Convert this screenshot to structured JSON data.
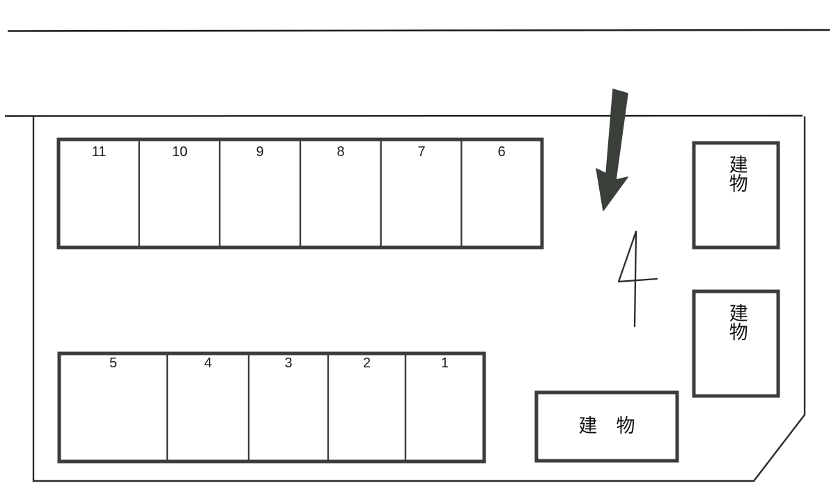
{
  "document": {
    "kind": "parking-lot-site-plan",
    "title": "",
    "language": "ja"
  },
  "colors": {
    "ink": "#333333",
    "ink_dark": "#1a1a1a",
    "paper": "#ffffff",
    "arrow": "#3a3f3a",
    "stall_stroke": "#3c3c3c",
    "boundary_stroke": "#2b2b2b"
  },
  "parking": {
    "top_row": {
      "name": "upper-stall-row",
      "stalls": [
        {
          "number": "11"
        },
        {
          "number": "10"
        },
        {
          "number": "9"
        },
        {
          "number": "8"
        },
        {
          "number": "7"
        },
        {
          "number": "6"
        }
      ]
    },
    "bottom_row": {
      "name": "lower-stall-row",
      "stalls": [
        {
          "number": "5"
        },
        {
          "number": "4"
        },
        {
          "number": "3"
        },
        {
          "number": "2"
        },
        {
          "number": "1"
        }
      ]
    }
  },
  "buildings": [
    {
      "id": "building-upper-right",
      "label": "建物",
      "orientation": "vertical"
    },
    {
      "id": "building-lower-right",
      "label": "建物",
      "orientation": "vertical"
    },
    {
      "id": "building-bottom-center",
      "label": "建　物",
      "orientation": "horizontal"
    }
  ],
  "markers": {
    "entrance_arrow": {
      "name": "entrance-arrow",
      "direction": "down-left"
    },
    "north_symbol": {
      "name": "north-marker",
      "glyph": "4"
    }
  },
  "road": {
    "name": "street-corridor",
    "description": "two parallel boundary lines at top of plan"
  }
}
